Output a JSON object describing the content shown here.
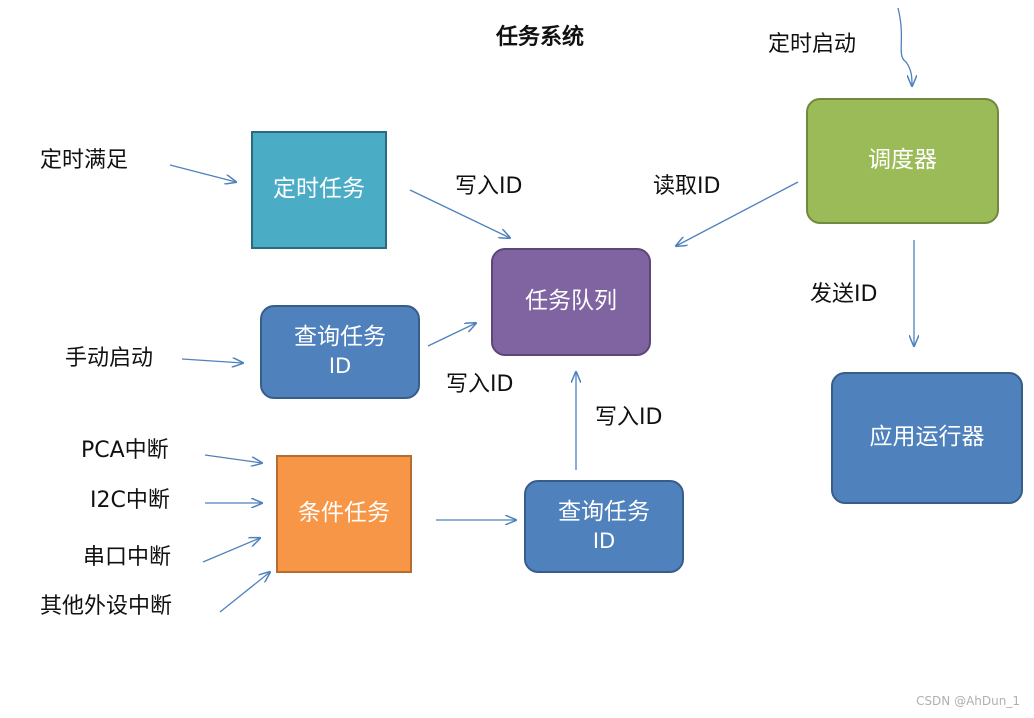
{
  "title": "任务系统",
  "boxes": {
    "timed_task": "定时任务",
    "task_queue": "任务队列",
    "query_task_1": {
      "line1": "查询任务",
      "line2": "ID"
    },
    "scheduler": "调度器",
    "app_runner": "应用运行器",
    "condition_task": "条件任务",
    "query_task_2": {
      "line1": "查询任务",
      "line2": "ID"
    }
  },
  "labels": {
    "timer_start": "定时启动",
    "timer_satisfied": "定时满足",
    "manual_start": "手动启动",
    "pca_interrupt": "PCA中断",
    "i2c_interrupt": "I2C中断",
    "uart_interrupt": "串口中断",
    "other_interrupt": "其他外设中断",
    "write_id_1": "写入ID",
    "read_id": "读取ID",
    "send_id": "发送ID",
    "write_id_2": "写入ID",
    "write_id_3": "写入ID"
  },
  "watermark": "CSDN @AhDun_1",
  "colors": {
    "arrow": "#4f81bd",
    "teal": "#4bacc6",
    "blue": "#4f81bd",
    "purple": "#8064a2",
    "green": "#9bbb59",
    "orange": "#f79646"
  }
}
